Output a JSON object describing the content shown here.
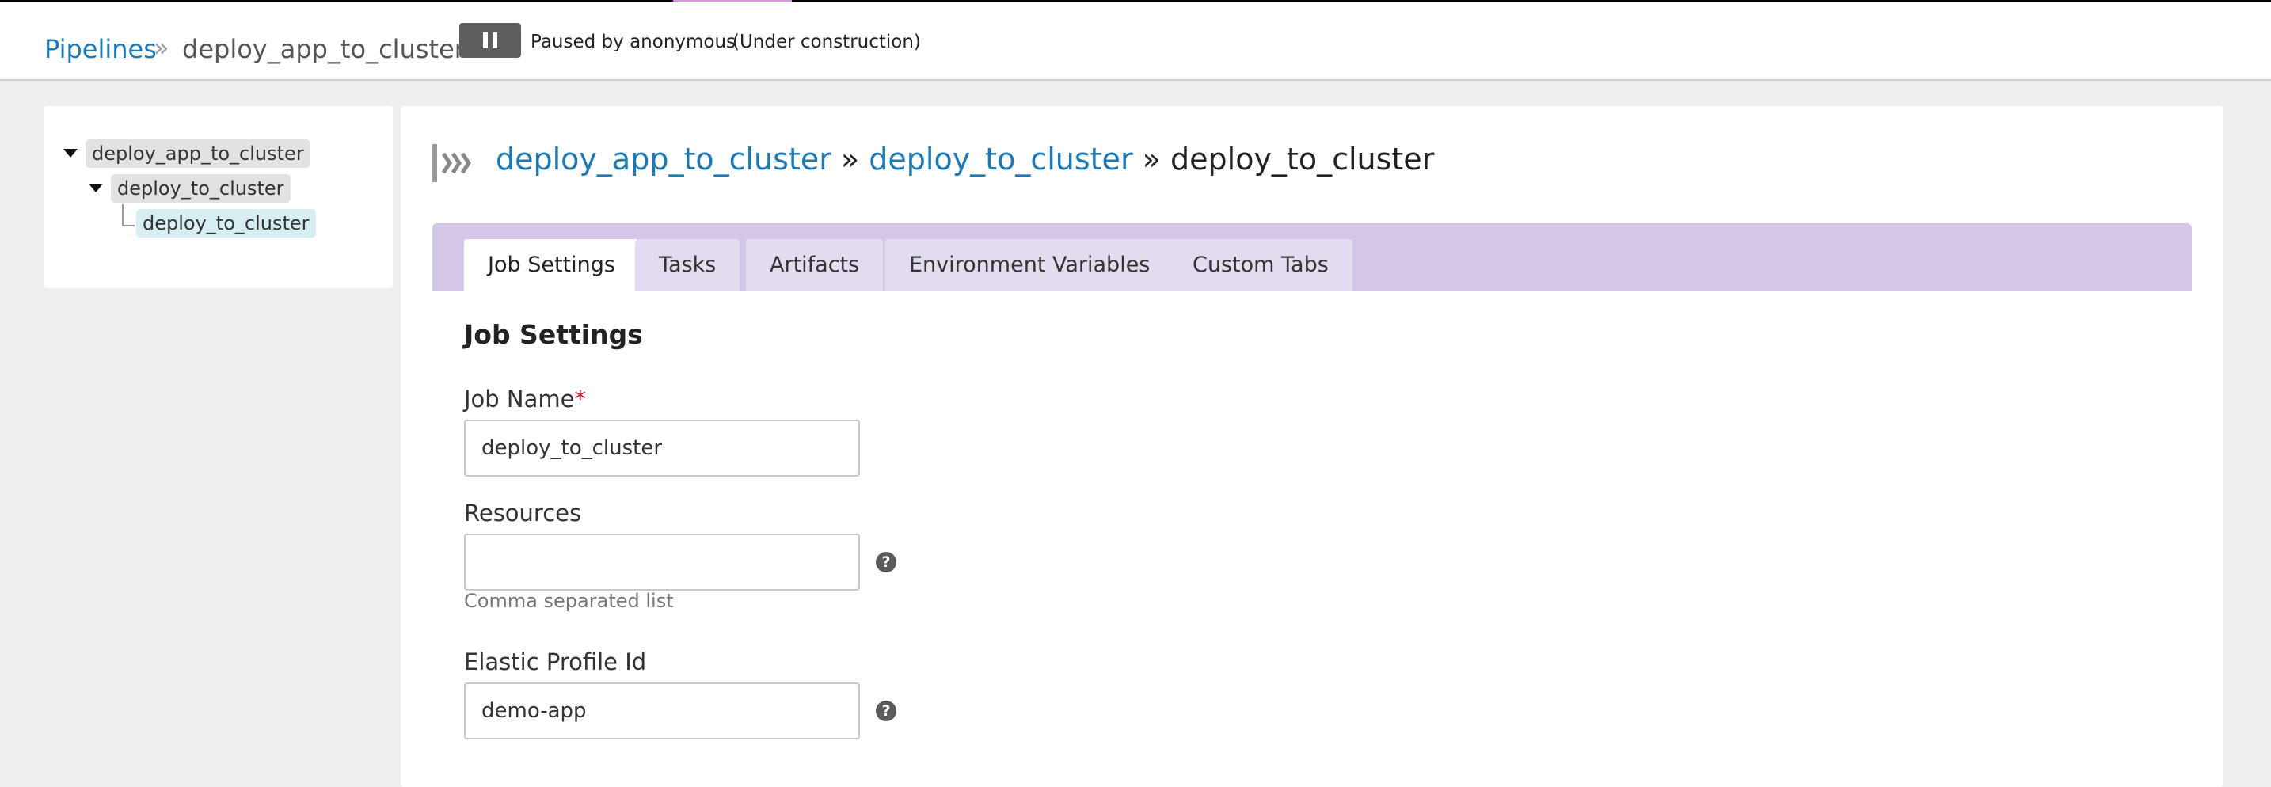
{
  "header": {
    "breadcrumb_root": "Pipelines",
    "breadcrumb_separator": "»",
    "pipeline_name": "deploy_app_to_cluster",
    "paused_status": "Paused by anonymous",
    "construction_status": "(Under construction)"
  },
  "tree": {
    "pipeline": "deploy_app_to_cluster",
    "stage": "deploy_to_cluster",
    "job": "deploy_to_cluster"
  },
  "main": {
    "title": {
      "pipeline": "deploy_app_to_cluster",
      "sep1": "»",
      "stage": "deploy_to_cluster",
      "sep2": "»",
      "job": "deploy_to_cluster"
    },
    "tabs": [
      {
        "label": "Job Settings",
        "active": true
      },
      {
        "label": "Tasks",
        "active": false
      },
      {
        "label": "Artifacts",
        "active": false
      },
      {
        "label": "Environment Variables",
        "active": false
      },
      {
        "label": "Custom Tabs",
        "active": false
      }
    ],
    "section_title": "Job Settings",
    "fields": {
      "job_name": {
        "label": "Job Name",
        "required_mark": "*",
        "value": "deploy_to_cluster"
      },
      "resources": {
        "label": "Resources",
        "value": "",
        "hint": "Comma separated list",
        "help": "?"
      },
      "elastic_profile": {
        "label": "Elastic Profile Id",
        "value": "demo-app",
        "help": "?"
      }
    }
  },
  "colors": {
    "link": "#1b79b5",
    "tab_strip": "#d3c6e6",
    "active_tree_node": "#d7eef3",
    "required": "#c4102b"
  }
}
